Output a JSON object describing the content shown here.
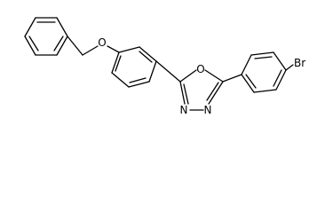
{
  "molecule": {
    "atoms": {
      "ether_oxygen": "O",
      "ring_oxygen": "O",
      "nitrogen_1": "N",
      "nitrogen_2": "N",
      "bromine": "Br"
    }
  }
}
